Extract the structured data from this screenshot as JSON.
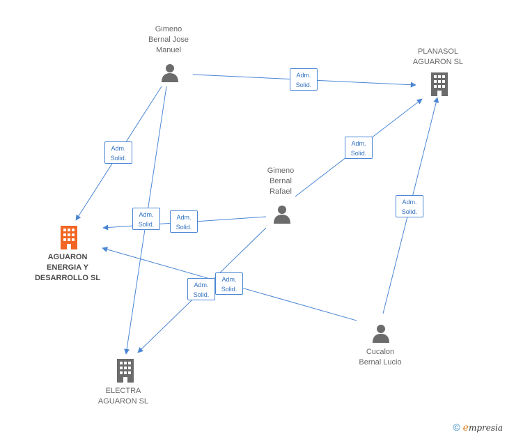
{
  "colors": {
    "edge": "#4a86d4",
    "company_default": "#6b6b6b",
    "company_highlight": "#f26522",
    "person": "#6b6b6b"
  },
  "nodes": {
    "gimeno_jose": {
      "type": "person",
      "label": "Gimeno\nBernal Jose\nManuel"
    },
    "planasol": {
      "type": "company",
      "label": "PLANASOL\nAGUARON SL"
    },
    "gimeno_rafael": {
      "type": "person",
      "label": "Gimeno\nBernal\nRafael"
    },
    "aguaron_energia": {
      "type": "company",
      "highlight": true,
      "label": "AGUARON\nENERGIA Y\nDESARROLLO SL"
    },
    "electra": {
      "type": "company",
      "label": "ELECTRA\nAGUARON SL"
    },
    "cucalon": {
      "type": "person",
      "label": "Cucalon\nBernal Lucio"
    }
  },
  "edges": [
    {
      "from": "gimeno_jose",
      "to": "planasol",
      "label": "Adm.\nSolid."
    },
    {
      "from": "gimeno_jose",
      "to": "aguaron_energia",
      "label": "Adm.\nSolid."
    },
    {
      "from": "gimeno_jose",
      "to": "electra",
      "label": "Adm.\nSolid."
    },
    {
      "from": "gimeno_rafael",
      "to": "planasol",
      "label": "Adm.\nSolid."
    },
    {
      "from": "gimeno_rafael",
      "to": "aguaron_energia",
      "label": "Adm.\nSolid."
    },
    {
      "from": "gimeno_rafael",
      "to": "electra",
      "label": "Adm.\nSolid."
    },
    {
      "from": "cucalon",
      "to": "aguaron_energia",
      "label": "Adm.\nSolid."
    },
    {
      "from": "cucalon",
      "to": "planasol",
      "label": "Adm.\nSolid."
    }
  ],
  "footer": {
    "copyright_symbol": "©",
    "brand_initial": "e",
    "brand_rest": "mpresia"
  }
}
